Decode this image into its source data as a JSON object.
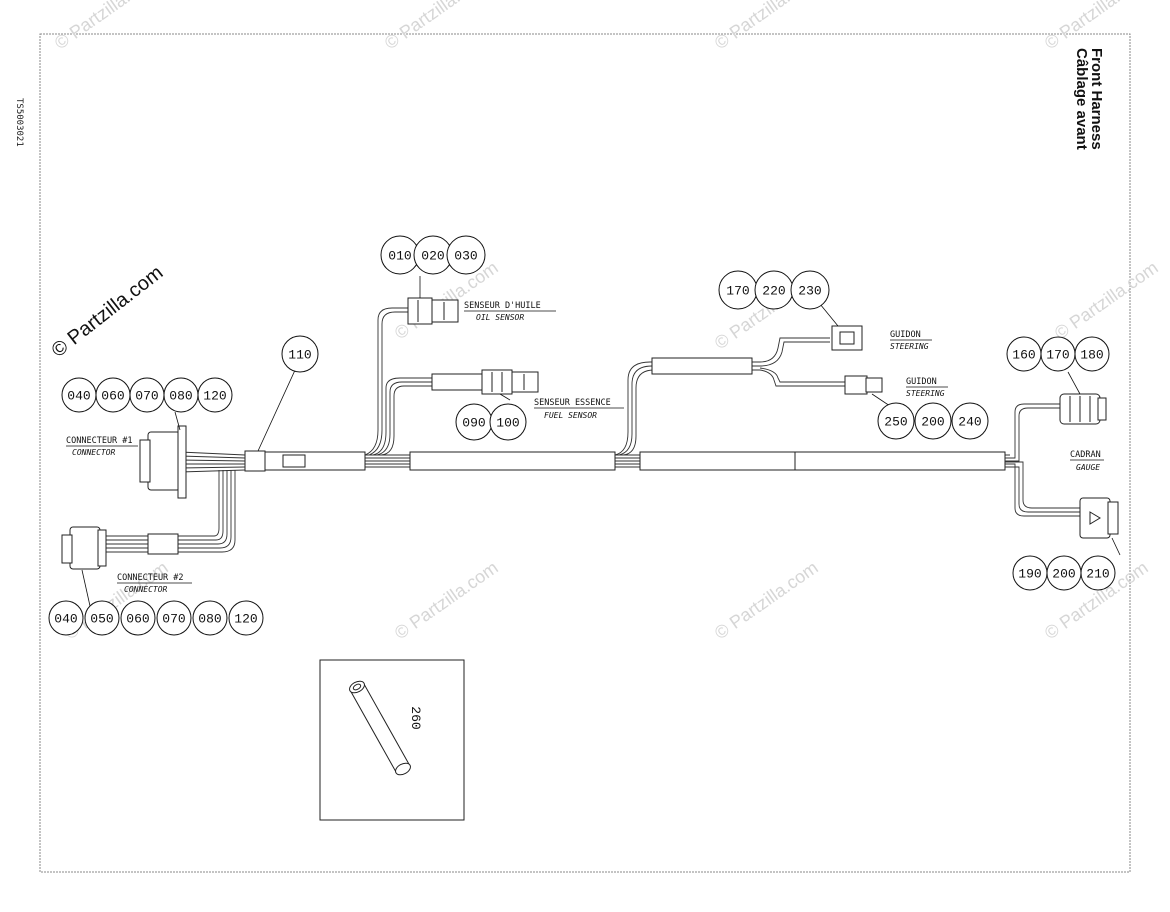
{
  "figure_id": "TS5003021",
  "title": {
    "line1": "Front Harness",
    "line2": "Câblage avant"
  },
  "brand_watermark": "© Partzilla.com",
  "repeated_watermark": "© Partzilla.com",
  "labels": {
    "connector1_fr": "CONNECTEUR #1",
    "connector1_en": "CONNECTOR",
    "connector2_fr": "CONNECTEUR #2",
    "connector2_en": "CONNECTOR",
    "oil_fr": "SENSEUR D'HUILE",
    "oil_en": "OIL SENSOR",
    "fuel_fr": "SENSEUR ESSENCE",
    "fuel_en": "FUEL SENSOR",
    "steer1_fr": "GUIDON",
    "steer1_en": "STEERING",
    "steer2_fr": "GUIDON",
    "steer2_en": "STEERING",
    "gauge_fr": "CADRAN",
    "gauge_en": "GAUGE"
  },
  "callout_groups": [
    {
      "id": "oil",
      "parts": [
        "010",
        "020",
        "030"
      ]
    },
    {
      "id": "steer1",
      "parts": [
        "170",
        "220",
        "230"
      ]
    },
    {
      "id": "gauge_top",
      "parts": [
        "160",
        "170",
        "180"
      ]
    },
    {
      "id": "splice",
      "parts": [
        "110"
      ]
    },
    {
      "id": "connector1",
      "parts": [
        "040",
        "060",
        "070",
        "080",
        "120"
      ]
    },
    {
      "id": "fuel",
      "parts": [
        "090",
        "100"
      ]
    },
    {
      "id": "steer2",
      "parts": [
        "250",
        "200",
        "240"
      ]
    },
    {
      "id": "gauge_bottom",
      "parts": [
        "190",
        "200",
        "210"
      ]
    },
    {
      "id": "connector2",
      "parts": [
        "040",
        "050",
        "060",
        "070",
        "080",
        "120"
      ]
    },
    {
      "id": "tube",
      "parts": [
        "260"
      ]
    }
  ]
}
